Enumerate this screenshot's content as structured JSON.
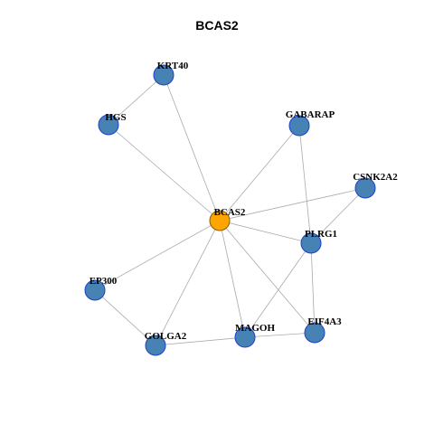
{
  "title": "BCAS2",
  "colors": {
    "hub_fill": "#FFA500",
    "hub_stroke": "#8B5A00",
    "node_fill": "#4682B4",
    "node_stroke": "#1C3FCC",
    "edge": "#AAAAAA"
  },
  "nodes": [
    {
      "id": "BCAS2",
      "label": "BCAS2",
      "hub": true
    },
    {
      "id": "KRT40",
      "label": "KRT40"
    },
    {
      "id": "HGS",
      "label": "HGS"
    },
    {
      "id": "GABARAP",
      "label": "GABARAP"
    },
    {
      "id": "CSNK2A2",
      "label": "CSNK2A2"
    },
    {
      "id": "PLRG1",
      "label": "PLRG1"
    },
    {
      "id": "EP300",
      "label": "EP300"
    },
    {
      "id": "MAGOH",
      "label": "MAGOH"
    },
    {
      "id": "EIF4A3",
      "label": "EIF4A3"
    },
    {
      "id": "GOLGA2",
      "label": "GOLGA2"
    }
  ],
  "edges": [
    [
      "KRT40",
      "HGS"
    ],
    [
      "KRT40",
      "BCAS2"
    ],
    [
      "HGS",
      "BCAS2"
    ],
    [
      "GABARAP",
      "BCAS2"
    ],
    [
      "GABARAP",
      "PLRG1"
    ],
    [
      "CSNK2A2",
      "BCAS2"
    ],
    [
      "CSNK2A2",
      "PLRG1"
    ],
    [
      "BCAS2",
      "PLRG1"
    ],
    [
      "BCAS2",
      "EP300"
    ],
    [
      "BCAS2",
      "GOLGA2"
    ],
    [
      "BCAS2",
      "MAGOH"
    ],
    [
      "BCAS2",
      "EIF4A3"
    ],
    [
      "PLRG1",
      "MAGOH"
    ],
    [
      "PLRG1",
      "EIF4A3"
    ],
    [
      "EP300",
      "GOLGA2"
    ],
    [
      "GOLGA2",
      "MAGOH"
    ],
    [
      "MAGOH",
      "EIF4A3"
    ]
  ]
}
